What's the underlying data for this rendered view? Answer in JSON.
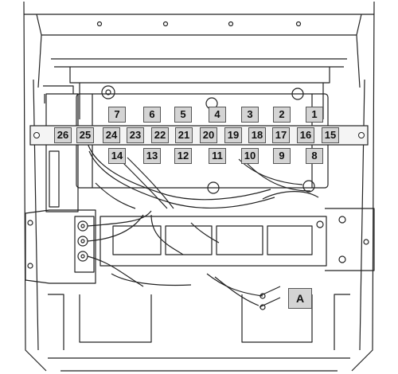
{
  "diagram": {
    "fuse_labels": {
      "f1": "1",
      "f2": "2",
      "f3": "3",
      "f4": "4",
      "f5": "5",
      "f6": "6",
      "f7": "7",
      "f8": "8",
      "f9": "9",
      "f10": "10",
      "f11": "11",
      "f12": "12",
      "f13": "13",
      "f14": "14",
      "f15": "15",
      "f16": "16",
      "f17": "17",
      "f18": "18",
      "f19": "19",
      "f20": "20",
      "f21": "21",
      "f22": "22",
      "f23": "23",
      "f24": "24",
      "f25": "25",
      "f26": "26"
    },
    "relay_label": "A"
  }
}
